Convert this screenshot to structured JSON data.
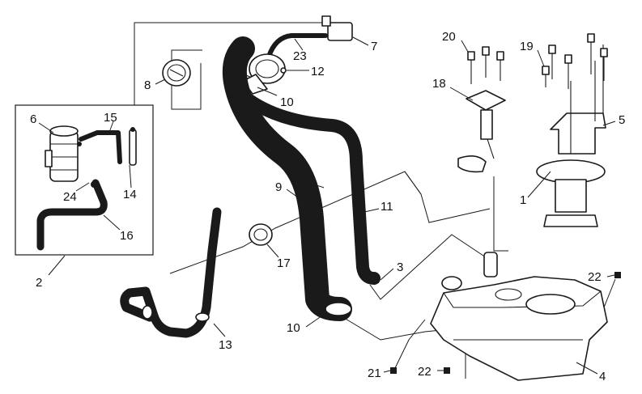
{
  "callouts": {
    "c1": "1",
    "c2": "2",
    "c3": "3",
    "c4": "4",
    "c5": "5",
    "c6": "6",
    "c7": "7",
    "c8": "8",
    "c9": "9",
    "c10a": "10",
    "c10b": "10",
    "c11": "11",
    "c12": "12",
    "c13": "13",
    "c14": "14",
    "c15": "15",
    "c16": "16",
    "c17": "17",
    "c18": "18",
    "c19": "19",
    "c20": "20",
    "c21": "21",
    "c22a": "22",
    "c22b": "22",
    "c23": "23",
    "c24": "24"
  }
}
